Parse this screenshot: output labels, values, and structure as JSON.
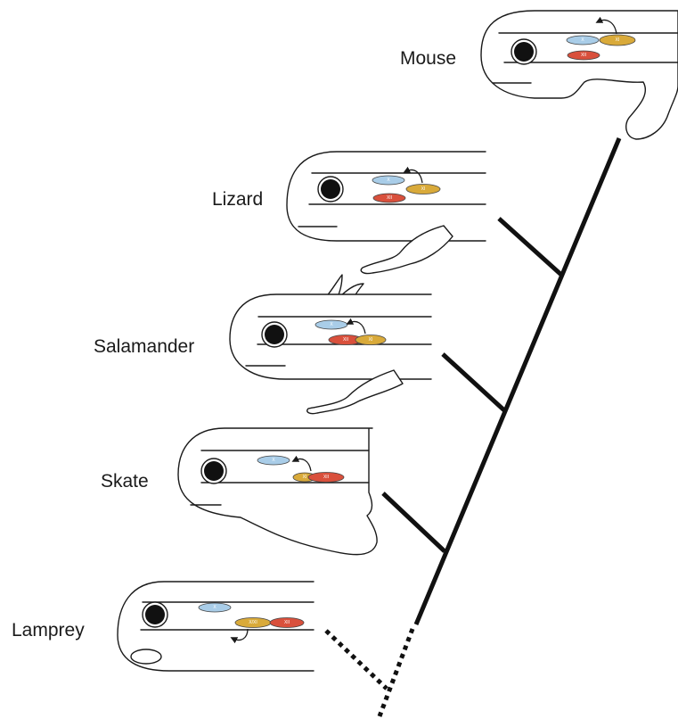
{
  "colors": {
    "gene_x": "#a9cde8",
    "gene_xi": "#d9aa3a",
    "gene_xii": "#d9503c",
    "gene_stroke": "#444444"
  },
  "species": [
    {
      "name": "Mouse",
      "genes": {
        "x": "X",
        "xi": "XI",
        "xii": "XII"
      }
    },
    {
      "name": "Lizard",
      "genes": {
        "x": "X",
        "xi": "XI",
        "xii": "XII"
      }
    },
    {
      "name": "Salamander",
      "genes": {
        "x": "X",
        "xi": "XI",
        "xii": "XII"
      }
    },
    {
      "name": "Skate",
      "genes": {
        "x": "X",
        "xi": "XI",
        "xii": "XII"
      }
    },
    {
      "name": "Lamprey",
      "genes": {
        "x": "X",
        "xi": "X/XI",
        "xii": "XII"
      }
    }
  ],
  "tree": {
    "icon": "phylogenetic-tree-icon"
  }
}
